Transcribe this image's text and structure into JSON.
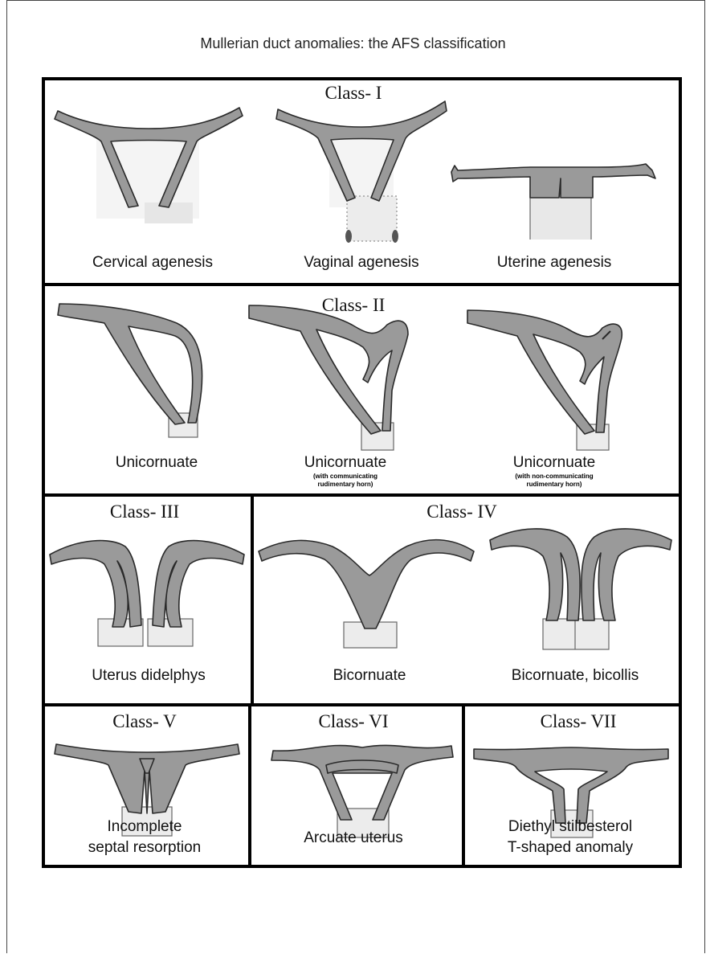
{
  "title": "Mullerian duct anomalies: the AFS classification",
  "classes": {
    "c1": "Class- I",
    "c2": "Class- II",
    "c3": "Class- III",
    "c4": "Class- IV",
    "c5": "Class- V",
    "c6": "Class- VI",
    "c7": "Class- VII"
  },
  "captions": {
    "cervical": "Cervical agenesis",
    "vaginal": "Vaginal agenesis",
    "uterine": "Uterine agenesis",
    "uni1": "Unicornuate",
    "uni2": "Unicornuate",
    "uni2_note1": "(with communicating",
    "uni2_note2": "rudimentary horn)",
    "uni3": "Unicornuate",
    "uni3_note1": "(with non-communicating",
    "uni3_note2": "rudimentary horn)",
    "didelphys": "Uterus didelphys",
    "bicornuate": "Bicornuate",
    "bicollis": "Bicornuate, bicollis",
    "incomplete1": "Incomplete",
    "incomplete2": "septal resorption",
    "arcuate": "Arcuate uterus",
    "des1": "Diethyl stilbesterol",
    "des2": "T-shaped anomaly"
  }
}
